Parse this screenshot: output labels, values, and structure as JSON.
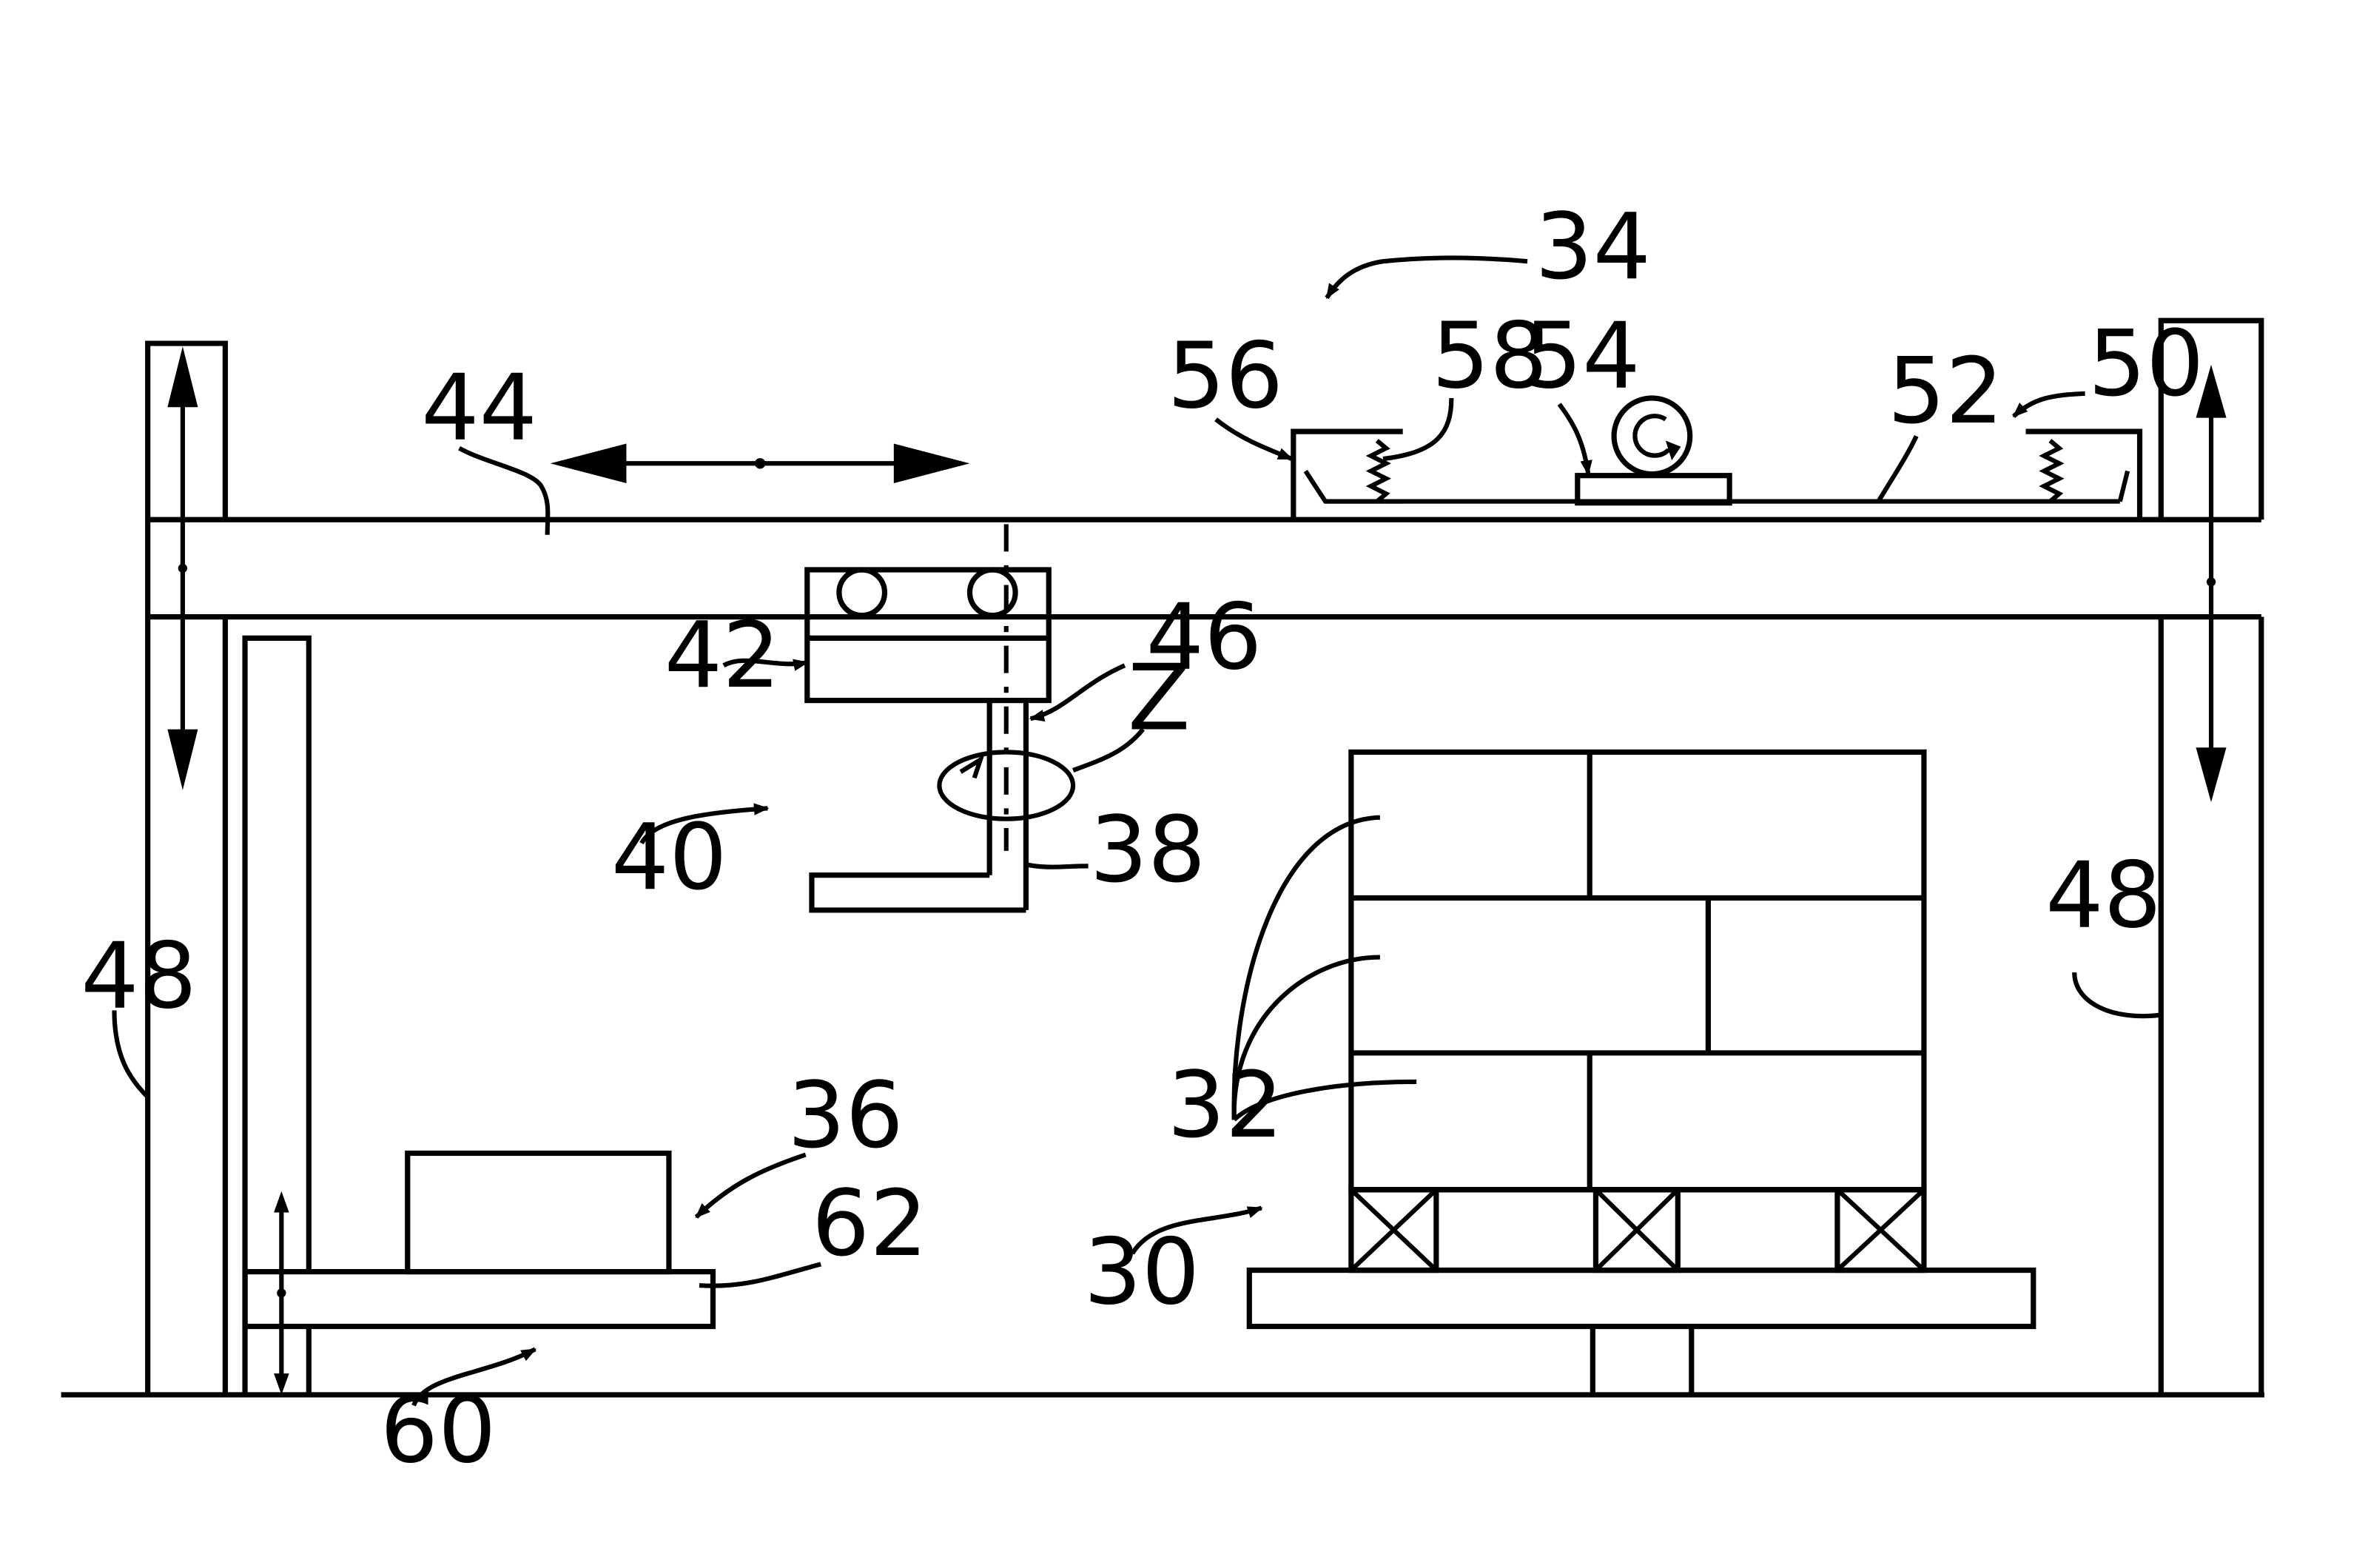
{
  "labels": {
    "l30": "30",
    "l32": "32",
    "l34": "34",
    "l36": "36",
    "l38": "38",
    "l40": "40",
    "l42": "42",
    "l44": "44",
    "l46": "46",
    "l48a": "48",
    "l48b": "48",
    "l50": "50",
    "l52": "52",
    "l54": "54",
    "l56": "56",
    "l58": "58",
    "l60": "60",
    "l62": "62",
    "lz": "Z"
  }
}
